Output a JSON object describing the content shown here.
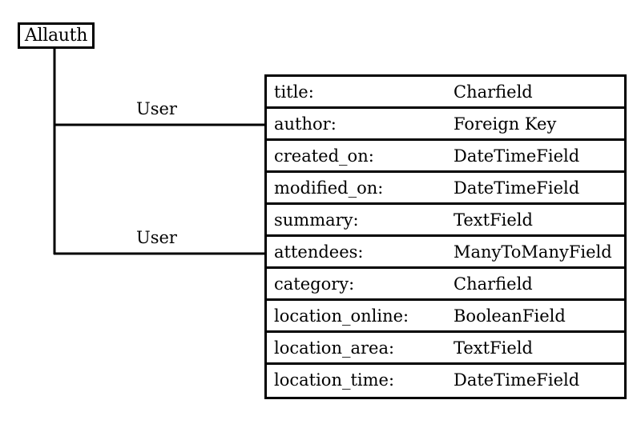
{
  "source_node": {
    "label": "Allauth"
  },
  "relations": [
    {
      "label": "User"
    },
    {
      "label": "User"
    }
  ],
  "model": {
    "fields": [
      {
        "name": "title:",
        "type": "Charfield"
      },
      {
        "name": "author:",
        "type": "Foreign Key"
      },
      {
        "name": "created_on:",
        "type": "DateTimeField"
      },
      {
        "name": "modified_on:",
        "type": "DateTimeField"
      },
      {
        "name": "summary:",
        "type": "TextField"
      },
      {
        "name": "attendees:",
        "type": "ManyToManyField"
      },
      {
        "name": "category:",
        "type": "Charfield"
      },
      {
        "name": "location_online:",
        "type": "BooleanField"
      },
      {
        "name": "location_area:",
        "type": "TextField"
      },
      {
        "name": "location_time:",
        "type": "DateTimeField"
      }
    ]
  }
}
